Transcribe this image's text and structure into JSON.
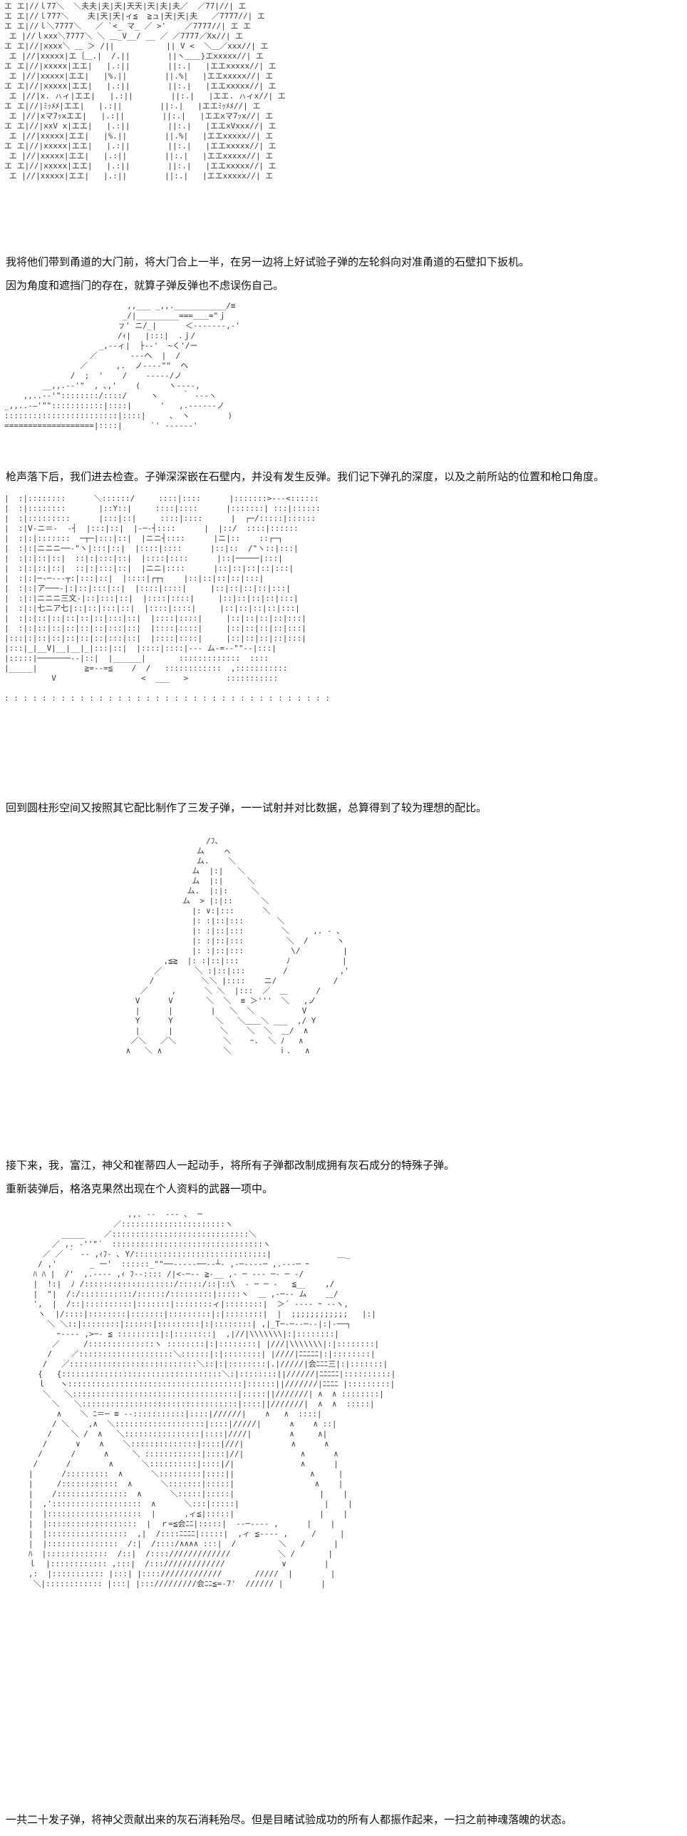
{
  "captions": [
    "我将他们带到甬道的大门前，将大门合上一半，在另一边将上好试验子弹的左轮斜向对准甬道的石壁扣下扳机。",
    "因为角度和遮挡门的存在，就算子弹反弹也不虑误伤自己。",
    "枪声落下后，我们进去检查。子弹深深嵌在石壁内，并没有发生反弹。我们记下弹孔的深度，以及之前所站的位置和枪口角度。",
    "回到圆柱形空间又按照其它配比制作了三发子弹，一一试射并对比数据，总算得到了较为理想的配比。",
    "接下来，我，富江，神父和崔蒂四人一起动手，将所有子弹都改制成拥有灰石成分的特殊子弹。",
    "重新装弹后，格洛克果然出现在个人资料的武器一项中。",
    "一共二十发子弹，将神父贡献出来的灰石消耗殆尽。但是目睹试验成功的所有人都振作起来，一扫之前神魂落魄的状态。"
  ],
  "art": {
    "gate": [
      "エ エ|//ｌ77＼  ＼夫夫|夫|天|天天|天|夫|夫／  ／77|//| エ",
      "エ エ|//ｌ777＼    夫|天|天|ィ≦  ≧ュ|天|天|夫   ／7777//| エ",
      "エ エ|//ｌ＼7777＼   ／ `<_ マ_ ／ >'    ／7777//| エ エ",
      " エ |//ｌxxx＼7777＼ ＼ ＿_V__/ __ ／ ／7777／Xx//| エ",
      "エ エ|//|xxxx＼ ＿ ＞ /||           || V <  ＼＿／xxx//| エ",
      " エ |//|xxxxx|エ｛＿.|  /.||        ||ヽ＿＿}エxxxxx//| エ",
      "エ エ|//|xxxxx|エエ|   |.:||        ||:.|   |エエxxxxx//| エ",
      " エ |//|xxxxx|エエ|   |%.||        ||.%|   |エエxxxxx//| エ",
      "エ エ|//|xxxxx|エエ|   |.:||        ||:.|   |エエxxxxx//| エ",
      " エ |//|x. ㇵィ|エエ|   |.:||        ||:.|   |エエ. ㇵィx//| エ",
      "エ エ|//|ﾐｯﾒﾒ|エエ|   |.:||        ||:.|   |エエﾐｯﾒﾒ//| エ",
      " エ |//|xマ7ｯxエエ|   |.:||        ||:.|   |エエxマ7ｯx//| エ",
      "エ エ|//|xxV x|エエ|   |.:||        ||:.|   |エエxVxxx//| エ",
      " エ |//|xxxxx|エエ|   |%.||        ||.%|   |エエxxxxx//| エ",
      "エ エ|//|xxxxx|エエ|   |.:||        ||:.|   |エエxxxxx//| エ",
      " エ |//|xxxxx|エエ|   |.:||        ||:.|   |エエxxxxx//| エ",
      "エ エ|//|xxxxx|エエ|   |.:||        ||:.|   |エエxxxxx//| エ",
      " エ |//|xxxxx|エエ|   |.:||        ||:.|   |エエxxxxx//| エ"
    ],
    "gun_hand": [
      "                          ,,___ _,,.___________/≡",
      "                         _/|_________===＿＿=\"ｊ",
      "                        ㇷ' ニ/_|      ＜-------,-'",
      "                        /ｨ|   |:::|  .ｊ/",
      "                    _,-‐ィ|  ├-‐'  ~く'/ー",
      "                  ／       ‐--ヘ  |  /",
      "                ／      ,.  ノ-‐-‐\"\"  ヘ",
      "              /  ;  '    /    ‐-‐--/ノ",
      "        __,,.-‐'\"  , ､,'    (      ヽ---‐,",
      "    ,,..-‐'\"::::::::/::::/     ヽ     ｀ ‐‐-ヽ",
      "_,,..-―'\"\":::::::::::|::::|      '   ,.-‐---‐ノ",
      "::::::::::::::::::::::::|::::|     、 ヽ        )",
      "===================|::::|      `' --‐--‐'"
    ],
    "corridor": [
      "|  :|::::::::      ＼::::::/     ::::|::::      |:::::::>‐‐‐<::::::",
      "|  :|::::::::       |::Y::|     ::::|::::      |:::::::| :::|::::::",
      "|  :|:::::::::      |:::|::|     ::::|::::      |  ┌─/:::::|::::::",
      "|  :|V‐ニ＝‐  ‐┤  |:::|::|  |‐─‐┤::::      |  |::/  ::::|::::::",
      "|  :|:|:::::::  ─┬─|:::|::|  |ニニ┤::::      |ニ|::    ::┌─┐",
      "|  :|:|ニニニ──‐\"ヽ|:::|::|  |::::|::::      |::|::  /\"ヽ::|:::|",
      "|  :|:|::|::|  ::|:|:::|::|  |::::|::::      |::|─────|:::|",
      "|  :|:|::|::|  ::|:|:::|::|  |ニニ|::::      |::|::|::|::|:::|",
      "|  :|:|─‐─‐‐‐┬:|:::|::|  |::::|┌┬┐    |::|::|::|::|:::|",
      "|  :|:|ア───‐|:|::|:::|::|  |::::|::::|     |::|::|::|::|:::|",
      "|  :|:|ニニニ三文‐|::|:::|::|  |::::|::::|     |::|::|::|::|:::|",
      "|  :|:|七ニア七|::|::|:::|::|  |::::|::::|     |::|::|::|::|:::|",
      "|  :|:|::|::|::|::|::|:::|::|  |::::|::::|     |::|::|::|::|:::|",
      "|  :|:|::|::|::|::|::|:::|::|  |::::|::::|     |::|::|::|::|:::|",
      "|:::|:|::|::|::|::|::|:::|::|  |::::|::::|     |::|::|::|::|:::|",
      "|:::|_|__V|__|__|_|:::|::|  |::::|::::|‐‐‐ ム‐=‐‐\"\"‐‐|:::|",
      "|:::::|───────‐‐|::|  |______|       :::::::::::::  ::::",
      "|_____|          ≧=-‐=≦    /  /   ::::::::::::  ,:::::::::::",
      "          V                  <  ___   >        :::::::::::",
      "",
      ": : : : : : : : : : : : : : : : : : : : : : : : : : : : : : : : : : :"
    ],
    "bullet": [
      "                     /ﾌ、",
      "                   ム    ㇸ",
      "                   ム.    ＼",
      "                  ム  |:|   ＼",
      "                  ム  |:|     ＼",
      "                 ム.  |:|:     ＼",
      "                ム  > |:|::      ＼",
      "                  |: ∨:|:::      ＼",
      "                  |: :|::|:::       ＼",
      "                  |: :|::|:::        ＼     ,. ‐ ､",
      "                  |: :|::|:::         ＼  /      ヽ",
      "                  |: :|::|:::          \\/         |",
      "            ,≦≧  |: :|::|:::          ﾉ           |",
      "          ／       ＼ :|::|:::        /           ,'",
      "         /          ＼＼ |::::    ニ/            /",
      "       ／     ,      ＼ ＼  |:::  ／  ＿      /",
      "      V      V       ＼  ＼  ≡ ＞'''  ＼   ,ノ",
      "      |      |        |   ＼  ＼          V",
      "      Y      Y         ＼   ＼＿＿＼ ___  ,/ Y",
      "      |      |          ＼    ＼  ＼  ＿/  ∧",
      "     ／＼   ／＼          ＼    ｰ.  ＼ ﾉ   ∧",
      "    ∧   ＼ ∧             ＼          ｉ.   ∧"
    ],
    "group": [
      "                        ,,. -‐  ‐‐- ､  ─",
      "                     ／::::::::::::::::::::::ヽ",
      "          _____    ／:::::::::::::::::::::::::::::＼",
      "        ／ ,. ‐''\"´  ::::::::::::::::::::::::::::::::ヽ",
      "      ／ ／ ｀ -‐ ,ｨﾌ‐ ､ Y/::::::::::::::::::::::::::::|              ＿_",
      "     / ,'       _ 一'  ::::::_\"\"──‐-‐-‐──‐‐┴‐ ,-─-‐-‐─ ,.-‐‐─ ｰ",
      "    ﾊ ﾊ |  /'  ,.-‐‐‐ ,ｨ ﾌ‐‐:::: /|<‐─‐‐ ≧‐__ ,‐ ─ ‐‐‐ ─‐ ─ ‐/",
      "    |  !:|  ﾉ /:::::::::::::::::::/:::::/::|::\\  ‐ ─ ─ ‐   ≦__    ,/",
      "    |  \"|  /:/:::::::::::/::::::/:::::::::|:::::ヽ  ＿ ,-─-‐ ム    ＿/",
      "    ',  |  /::|::::::::::|:::::::|::::::::ィ|::::::::|  ＞´ -‐‐‐ ｰ -‐ヽ,",
      "     ヽ  |/::::|::::::::|:::::::|:::::::::|:|::::::::|  |  ;;;;;;;;;;;;   |:|",
      "       ＼ ＼::|::::::::|::::::|:::::::::|:|::::::::| ,|_T─‐─‐‐─‐‐|:|‐──┐",
      "         ｰ-‐‐‐ ,>─‐ ≦ :::::::::|:|::::::::|  ,|//|\\\\\\\\\\\\\\|:|::::::::|",
      "        ／     /::::::::::::::ヽ ::::::::|:|::::::::| |///|\\\\\\\\\\\\\\|:|::::::::|",
      "       /    ／::::::::::::::::::::＼::::::|:|::::::::| |////|ﾆﾆﾆﾆﾆ|:|::::::::|",
      "      /   ／:::::::::::::::::::::::::::＼::|:|::::::::|.|/////|会ﾆﾆﾆ三|:|:::::::|",
      "     {   {::::::::::::::::::::::::::::::::::＼:|::::::::||//////|ﾆﾆﾆﾆﾆ|::::::::::|",
      "     ｌ   ヽ:::::::::::::::::::::::::::::::::::::|::::::||///////|ﾆﾆﾆﾆ |:::::::::|",
      "      ＼   ＼:::::::::::::::::::::::::::::::::::|:::::||///////| ∧  ∧ ::::::::|",
      "        ＼   ＼:::::::::::::::::::::::::::::::::|::::||///////|  ∧  ∧  :::::|",
      "         ∧    ＼ ﾆ＝─ ≡ ‐‐:::::::::::|::::|//////|    ∧   ∧  ::::|",
      "        / ＼    ,∧  ＼:::::::::::::::::::|::::|/////|      ∧    ∧ ::|",
      "       /    ＼ /  ∧   ＼::::::::::::::::|::::|////|        ∧     ∧|",
      "      /      ∨    ∧    ＼::::::::::::::|::::|///|          ∧      ∧",
      "     /      /      ∧     ＼ ::::::::::::|::::|//|            ∧      ∧",
      "    /      /        ∧      ＼::::::::::|::::|/|              ∧      |",
      "   |      /:::::::::  ∧      ＼:::::::::|::::||                ∧     |",
      "   |     /::::::::::::  ∧      ＼:::::::|:::::|                 ∧    |",
      "   |    /:::::::::::::::  ∧      ＼:::::|:::::|                  |    |",
      "   |  ,':::::::::::::::::::  ∧      ＼:::|:::::|                  |    |",
      "   |  |::::::::::::::::::::  |      ,ィ≦|:::::|                  |    |",
      "   |  |:::::::::::::::::::  |  ｒ=≦会ﾆﾆ|:::::|  ‐‐─‐‐‐‐ ,      |    |",
      "   |  |:::::::::::::::::  ,|  /::::ﾆﾆﾆﾆ|:::::|  ,ィ ≦-‐‐‐ ,     /     |",
      "   |  |:::::::::::::::  /:|  /::::/∧∧∧∧ :::|  /         ＼   /      |",
      "   ﾊ  |:::::::::::::  /::|  /:::://///////////          ＼ /       |",
      "   ｌ  |:::::::::::: ,:::|  /::://///////////            ∨        |",
      "   ,:  |::::::::::: |:::| |:::://///////////       /////  |        |",
      "    ＼|:::::::::::: |:::| |::://///////会ﾆﾆ≦=‐7'  ////// |        |"
    ]
  }
}
